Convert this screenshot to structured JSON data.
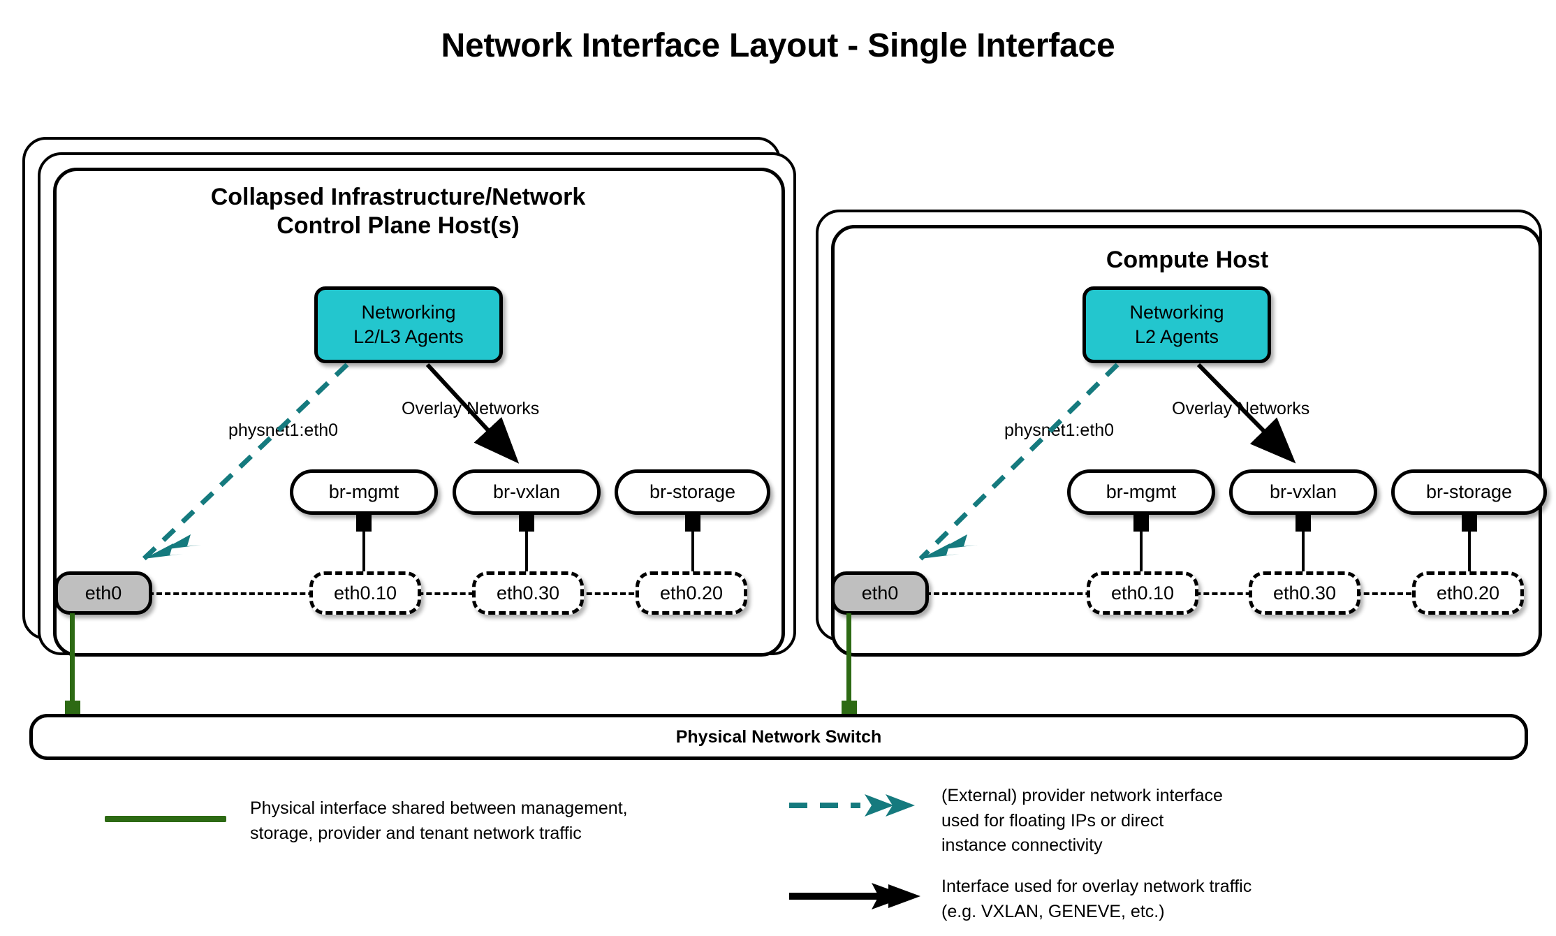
{
  "title": "Network Interface Layout - Single Interface",
  "colors": {
    "agent_fill": "#23c6ce",
    "nic_fill": "#bfbfbf",
    "cable_green": "#2d6a14",
    "provider_teal": "#157a7e",
    "overlay_black": "#000000",
    "background": "#ffffff"
  },
  "hosts": [
    {
      "id": "control-plane",
      "title": "Collapsed Infrastructure/Network\nControl Plane Host(s)",
      "stack_layers": 3,
      "agent": {
        "line1": "Networking",
        "line2": "L2/L3 Agents"
      },
      "provider_label": "physnet1:eth0",
      "overlay_label": "Overlay Networks",
      "bridges": [
        "br-mgmt",
        "br-vxlan",
        "br-storage"
      ],
      "vlans": [
        "eth0.10",
        "eth0.30",
        "eth0.20"
      ],
      "nic": "eth0"
    },
    {
      "id": "compute",
      "title": "Compute Host",
      "stack_layers": 2,
      "agent": {
        "line1": "Networking",
        "line2": "L2 Agents"
      },
      "provider_label": "physnet1:eth0",
      "overlay_label": "Overlay Networks",
      "bridges": [
        "br-mgmt",
        "br-vxlan",
        "br-storage"
      ],
      "vlans": [
        "eth0.10",
        "eth0.30",
        "eth0.20"
      ],
      "nic": "eth0"
    }
  ],
  "switch": {
    "label": "Physical Network Switch"
  },
  "legend": [
    {
      "id": "physical-interface",
      "swatch": "solid-green-line",
      "text": "Physical interface shared between management,\nstorage, provider and tenant network traffic"
    },
    {
      "id": "provider-interface",
      "swatch": "teal-dashed-double-arrow",
      "text": "(External) provider network interface\nused for floating IPs or direct\ninstance connectivity"
    },
    {
      "id": "overlay-interface",
      "swatch": "black-solid-arrow",
      "text": "Interface used for overlay network traffic\n(e.g. VXLAN, GENEVE, etc.)"
    }
  ]
}
